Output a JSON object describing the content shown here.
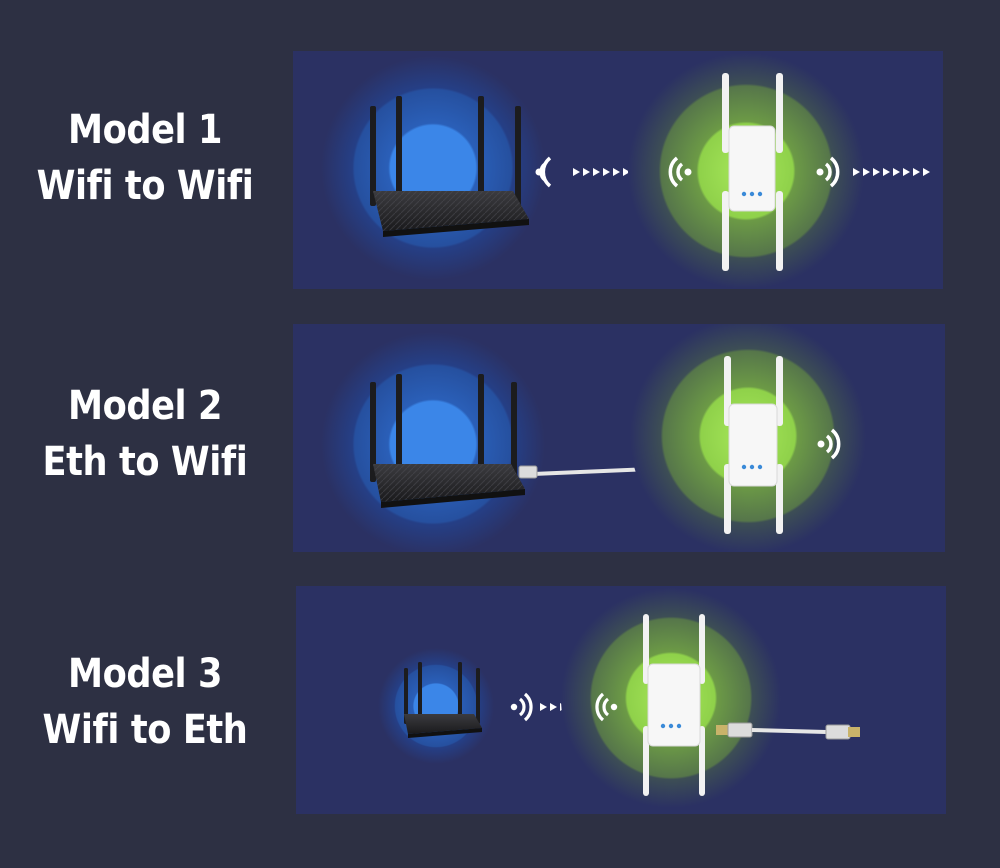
{
  "models": [
    {
      "id": "model-1",
      "title": "Model 1",
      "subtitle": "Wifi to Wifi",
      "connection": "wifi-to-wifi"
    },
    {
      "id": "model-2",
      "title": "Model 2",
      "subtitle": "Eth to Wifi",
      "connection": "ethernet-to-wifi"
    },
    {
      "id": "model-3",
      "title": "Model 3",
      "subtitle": "Wifi to Eth",
      "connection": "wifi-to-ethernet"
    }
  ],
  "icons": {
    "router": "router-icon",
    "repeater": "repeater-icon",
    "wifi_signal": "wifi-signal-icon",
    "arrows": "arrow-chain-icon",
    "ethernet": "ethernet-cable-icon"
  },
  "colors": {
    "background": "#2d3043",
    "panel": "#2b3163",
    "router_glow": "#2f6fd0",
    "repeater_glow": "#8fd14a",
    "text": "#ffffff"
  }
}
